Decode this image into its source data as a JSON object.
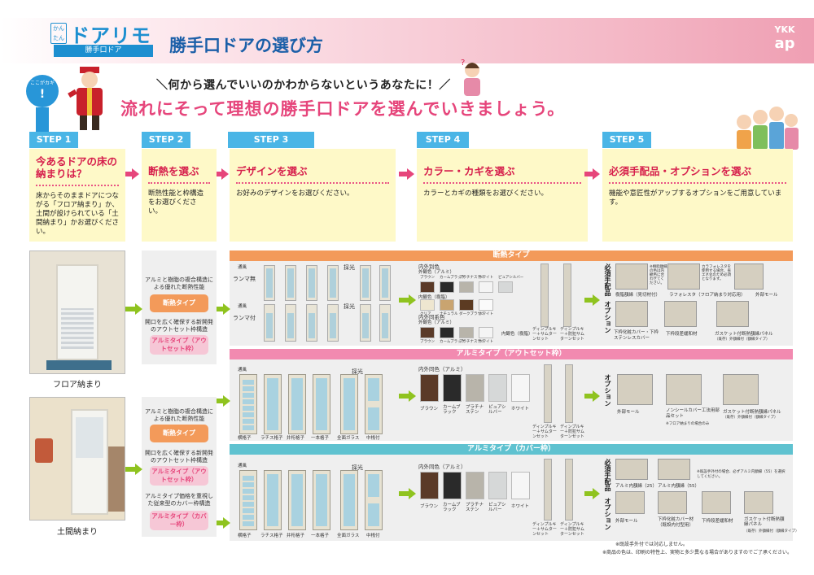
{
  "header": {
    "logo_tag": "かんたん",
    "logo_title": "ドアリモ",
    "logo_sub": "勝手口ドア",
    "page_title": "勝手口ドアの選び方",
    "brand_top": "YKK",
    "brand_bottom": "ap"
  },
  "intro": {
    "key_small": "ここがカギ",
    "key_mark": "!",
    "callout": "＼何から選んでいいのかわからないというあなたに！／",
    "headline": "流れにそって理想の勝手口ドアを選んでいきましょう。"
  },
  "steps": [
    {
      "tab": "STEP 1",
      "title": "今あるドアの床の納まりは？",
      "desc": "床からそのままドアにつながる「フロア納まり」か、土間が設けられている「土間納まり」かお選びください。"
    },
    {
      "tab": "STEP 2",
      "title": "断熱を選ぶ",
      "desc": "断熱性能と枠構造をお選びください。"
    },
    {
      "tab": "STEP 3",
      "title": "デザインを選ぶ",
      "desc": "お好みのデザインをお選びください。"
    },
    {
      "tab": "STEP 4",
      "title": "カラー・カギを選ぶ",
      "desc": "カラーとカギの種類をお選びください。"
    },
    {
      "tab": "STEP 5",
      "title": "必須手配品・オプションを選ぶ",
      "desc": "機能や意匠性がアップするオプションをご用意しています。"
    }
  ],
  "floor": {
    "photo1_caption": "フロア納まり",
    "photo2_caption": "土間納まり"
  },
  "step2": {
    "text1": "アルミと樹脂の複合構造による優れた断熱性能",
    "pill1": "断熱タイプ",
    "text2": "開口を広く確保する新開発のアウトセット枠構造",
    "pill2": "アルミタイプ（アウトセット枠）",
    "text3": "アルミと樹脂の複合構造による優れた断熱性能",
    "pill3": "断熱タイプ",
    "text4": "開口を広く確保する新開発のアウトセット枠構造",
    "pill4": "アルミタイプ（アウトセット枠）",
    "text5": "アルミタイプ価格を重視した従来型のカバー枠構造",
    "pill5": "アルミタイプ（カバー枠）"
  },
  "sections": {
    "dannetsu": "断熱タイプ",
    "outset": "アルミタイプ（アウトセット枠）",
    "cover": "アルミタイプ（カバー枠）"
  },
  "dannetsu_panel": {
    "row1_label": "通風",
    "row1_sub": "ランマ無",
    "row2_label": "通風",
    "row2_sub": "ランマ付",
    "saiko1": "採光",
    "saiko2": "採光",
    "color_title1": "内外別色",
    "color_sub1": "外観色（アルミ）",
    "colors1": [
      "ブラウン",
      "カームブラック",
      "プラチナステン",
      "ホワイト",
      "ピュアシルバー"
    ],
    "color_sub2": "内観色（樹脂）",
    "colors2": [
      "クリア",
      "ナチュラル",
      "ダークブラウン",
      "ホワイト"
    ],
    "color_title2": "内外同系色",
    "color_sub3": "外観色（アルミ）",
    "colors3": [
      "ブラウン",
      "カームブラック",
      "プラチナステン",
      "ホワイト"
    ],
    "color_sub4": "内観色（樹脂）",
    "key1": "ディンプルキー＋サムターンセット",
    "key2": "ディンプルキー＋防犯サムターンセット",
    "req_label": "必須手配品",
    "opt_label": "オプション",
    "req1": "樹脂額縁（見切材付）",
    "req2": "ラフォレスタ（フロア納まり対応用）",
    "req3": "外部モール",
    "opt1": "下枠化粧カバー・下枠ステンレスカバー",
    "opt2": "下枠段差緩和材",
    "opt3": "ガスケット付断熱額縁パネル",
    "opt3_sub": "（既存）外額縁付（額縁タイプ）",
    "note1": "※樹脂額縁の色は内観色に合わせてください。",
    "note2": "カラフォレスタを使用する場合、省エネ化のため必須となります。"
  },
  "outset_panel": {
    "row_label": "通風",
    "saiko": "採光",
    "designs": [
      "横格子",
      "ラチス格子",
      "井桁格子",
      "一本格子",
      "全面ガラス",
      "中桟付"
    ],
    "color_title": "内外同色（アルミ）",
    "colors": [
      "ブラウン",
      "カームブラック",
      "プラチナステン",
      "ピュアシルバー",
      "ホワイト"
    ],
    "key1": "ディンプルキー＋サムターンセット",
    "key2": "ディンプルキー＋防犯サムターンセット",
    "opt_label": "オプション",
    "opt1": "外部モール",
    "opt2": "ノンシールカバー工法用部品セット",
    "opt2_sub": "※フロア納まりの場合のみ",
    "opt3": "ガスケット付断熱額縁パネル",
    "opt3_sub": "（既存）外額縁付（額縁タイプ）"
  },
  "cover_panel": {
    "row_label": "通風",
    "saiko": "採光",
    "designs": [
      "横格子",
      "ラチス格子",
      "井桁格子",
      "一本格子",
      "全面ガラス",
      "中桟付"
    ],
    "color_title": "内外同色（アルミ）",
    "colors": [
      "ブラウン",
      "カームブラック",
      "プラチナステン",
      "ピュアシルバー",
      "ホワイト"
    ],
    "key1": "ディンプルキー＋サムターンセット",
    "key2": "ディンプルキー＋防犯サムターンセット",
    "req_label": "必須手配品",
    "opt_label": "オプション",
    "req1": "アルミ内額縁（25）",
    "req2": "アルミ内額縁（55）",
    "req_note": "※既設手外付の場合、必ずアルミ内額縁（55）を選択してください。",
    "opt1": "外部モール",
    "opt2": "下枠化粧カバー材（既設内付型用）",
    "opt3": "下枠段差緩和材",
    "opt4": "ガスケット付断熱額縁パネル",
    "opt4_sub": "（既存）外額縁付（額縁タイプ）",
    "note_bottom": "※既設手外付では対応しません。"
  },
  "footnote": "※商品の色は、印刷の特性上、実物と多少異なる場合がありますのでご了承ください。",
  "colors": {
    "brand_blue": "#1d8fd0",
    "step_blue": "#4ab5e6",
    "pink": "#e6457b",
    "orange": "#f39a5a",
    "teal": "#5fc2d0",
    "green": "#8fc31f",
    "yellow_bg": "#fef9c8"
  }
}
